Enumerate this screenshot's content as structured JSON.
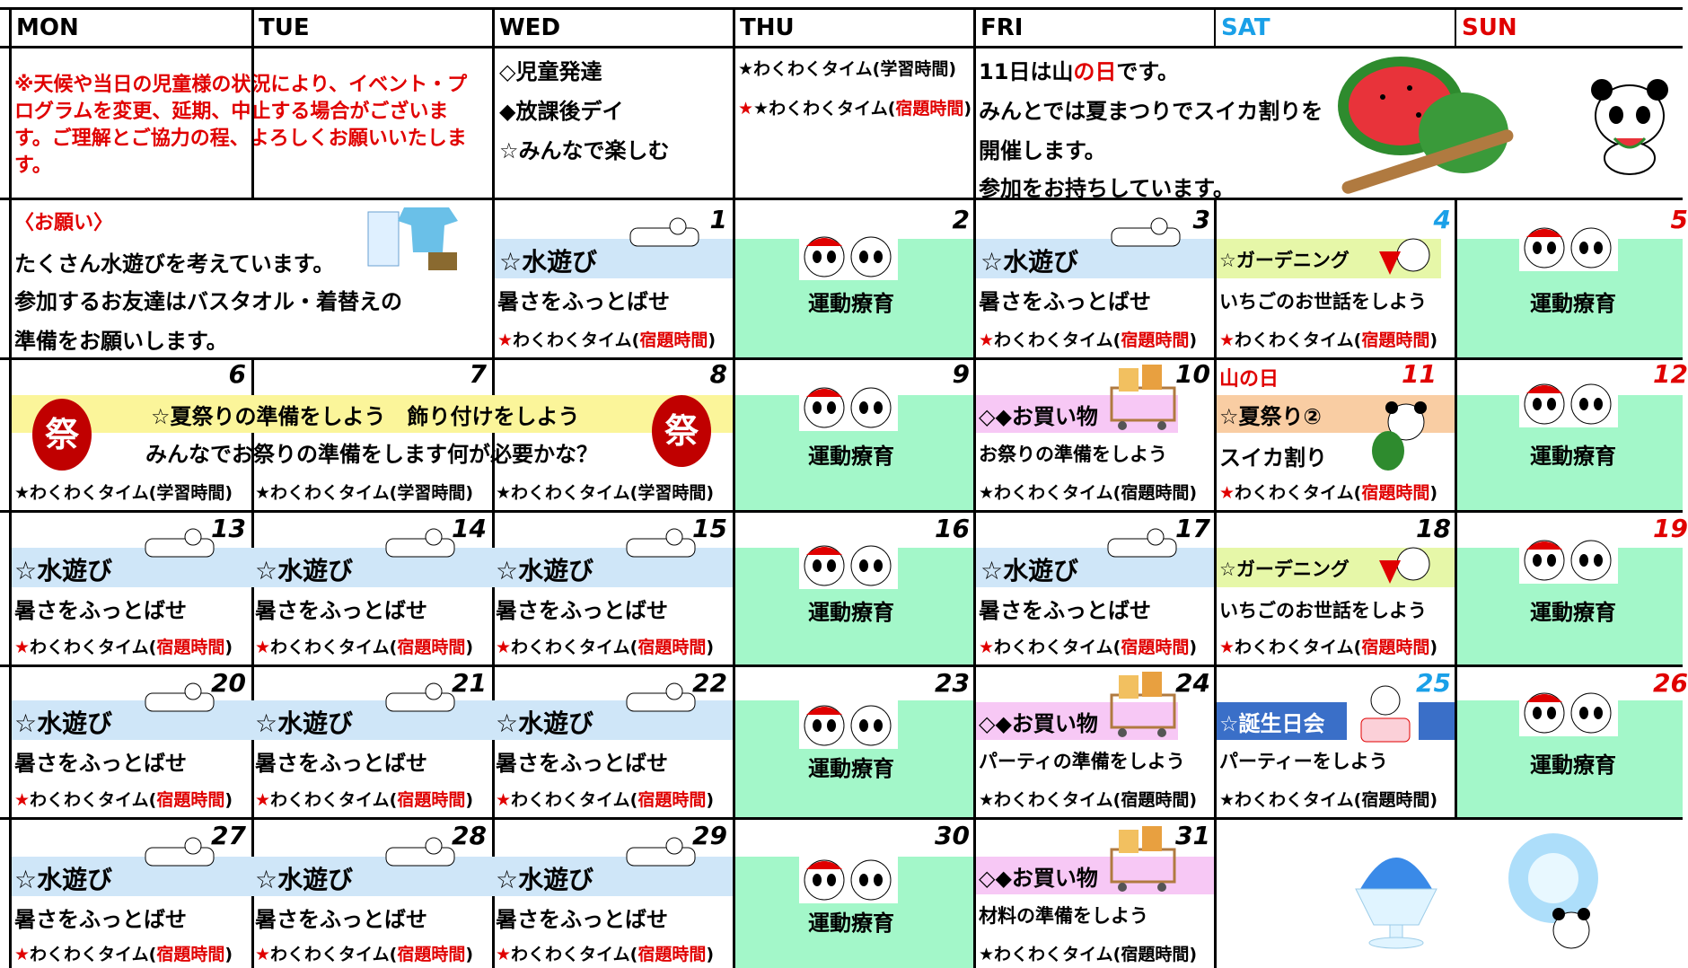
{
  "days": {
    "mon": "MON",
    "tue": "TUE",
    "wed": "WED",
    "thu": "THU",
    "fri": "FRI",
    "sat": "SAT",
    "sun": "SUN"
  },
  "colors": {
    "sat": "#1aa0e8",
    "sun": "#e00000",
    "green": "#a3f7c9",
    "blue_band": "#cfe6f8",
    "pink_band": "#f7c8f5"
  },
  "notice": "※天候や当日の児童様の状況により、イベント・プログラムを変更、延期、中止する場合がございます。ご理解とご協力の程、よろしくお願いいたします。",
  "legend": {
    "l1": "◇児童発達",
    "l2": "◆放課後デイ",
    "l3": "☆みんなで楽しむ"
  },
  "thu_top": {
    "t1": "★わくわくタイム(学習時間)",
    "t2a": "★わくわくタイム(",
    "t2b": "宿題時間",
    "t2c": ")"
  },
  "fri_top": {
    "a": "11日は山",
    "b": "の日",
    "c": "です。",
    "l2": "みんとでは夏まつりでスイカ割りを",
    "l3": "開催します。",
    "l4": "参加をお持ちしています。"
  },
  "week1_note": {
    "title": "〈お願い〉",
    "l1": "たくさん水遊びを考えています。",
    "l2": "参加するお友達はバスタオル・着替えの",
    "l3": "準備をお願いします。"
  },
  "common": {
    "water": "☆水遊び",
    "beat_heat": "暑さをふっとばせ",
    "waku_pre": "★",
    "waku_mid": "わくわくタイム(",
    "homework": "宿題時間",
    "close": ")",
    "waku_study": "★わくわくタイム(学習時間)",
    "waku_hw_black": "★わくわくタイム(宿題時間)",
    "exercise": "運動療育",
    "gardening": "☆ガーデニング",
    "strawberry": "いちごのお世話をしよう",
    "shopping": "◇◆お買い物"
  },
  "week2": {
    "banner1": "☆夏祭りの準備をしよう　飾り付けをしよう",
    "banner2": "みんなでお祭りの準備をします何が必要かな？",
    "matsuri": "祭",
    "fri10": "お祭りの準備をしよう",
    "sat_label": "山の日",
    "sat_event": "☆夏祭り②",
    "sat_sub": "スイカ割り"
  },
  "week4": {
    "fri": "パーティの準備をしよう",
    "sat_event": "☆誕生日会",
    "sat_sub": "パーティーをしよう"
  },
  "week5": {
    "fri": "材料の準備をしよう"
  },
  "nums": {
    "w1": [
      "1",
      "2",
      "3",
      "4",
      "5"
    ],
    "w2": [
      "6",
      "7",
      "8",
      "9",
      "10",
      "11",
      "12"
    ],
    "w3": [
      "13",
      "14",
      "15",
      "16",
      "17",
      "18",
      "19"
    ],
    "w4": [
      "20",
      "21",
      "22",
      "23",
      "24",
      "25",
      "26"
    ],
    "w5": [
      "27",
      "28",
      "29",
      "30",
      "31"
    ]
  }
}
